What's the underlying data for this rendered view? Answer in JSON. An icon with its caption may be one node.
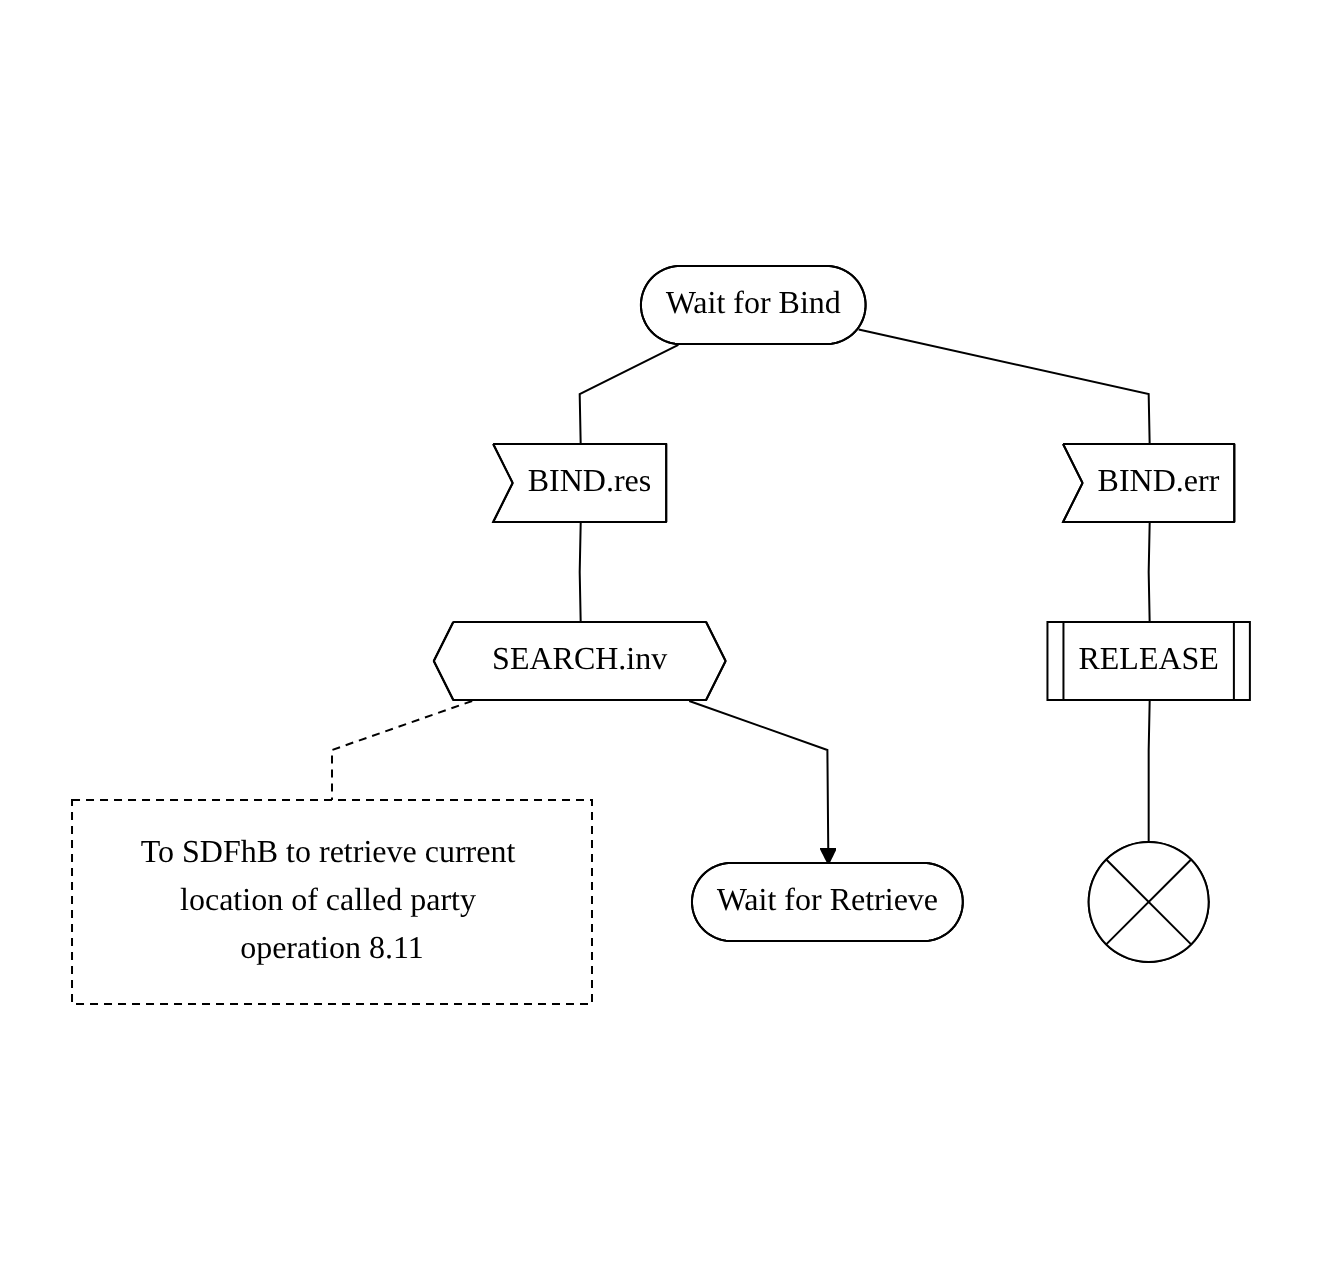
{
  "diagram": {
    "nodes": [
      {
        "text": [
          "Wait for Bind"
        ]
      },
      {
        "text": [
          "BIND.res"
        ]
      },
      {
        "text": [
          "BIND.err"
        ]
      },
      {
        "text": [
          "RELEASE"
        ]
      },
      {
        "text": [],
        "shape": "circle"
      },
      {
        "text": [
          "SEARCH.inv"
        ]
      },
      {
        "text": [
          "To SDFhB to retrieve current location of called party operation 8.11"
        ]
      },
      {
        "text": [
          "Wait for Retrieve"
        ]
      }
    ],
    "edges": [
      {
        "from": 0,
        "to": 1,
        "arrow": "none"
      },
      {
        "from": 0,
        "to": 2,
        "arrow": "none"
      },
      {
        "from": 1,
        "to": 5,
        "arrow": "none"
      },
      {
        "from": 5,
        "to": 6,
        "arrow": "none",
        "style": "dashed"
      },
      {
        "from": 5,
        "to": 7,
        "arrow": "to"
      },
      {
        "from": 2,
        "to": 3,
        "arrow": "none"
      },
      {
        "from": 3,
        "to": 4,
        "arrow": "none"
      }
    ]
  }
}
